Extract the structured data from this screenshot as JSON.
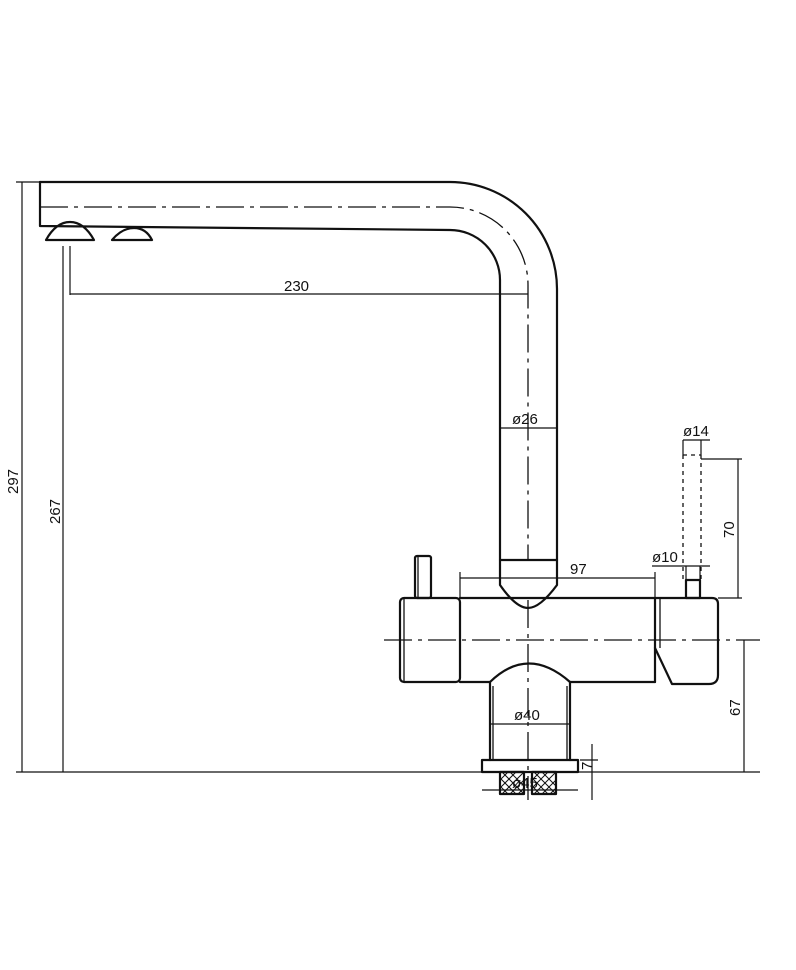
{
  "dimensions": {
    "spout_reach": "230",
    "spout_diameter": "ø26",
    "lever_diameter": "ø14",
    "lever_length": "70",
    "lever_stem_diameter": "ø10",
    "body_width": "97",
    "base_diameter": "ø40",
    "mount_diameter": "ø45",
    "base_ring_height": "7",
    "body_height": "67",
    "outlet_height": "267",
    "total_height": "297"
  },
  "colors": {
    "line": "#111111",
    "background": "#ffffff"
  }
}
